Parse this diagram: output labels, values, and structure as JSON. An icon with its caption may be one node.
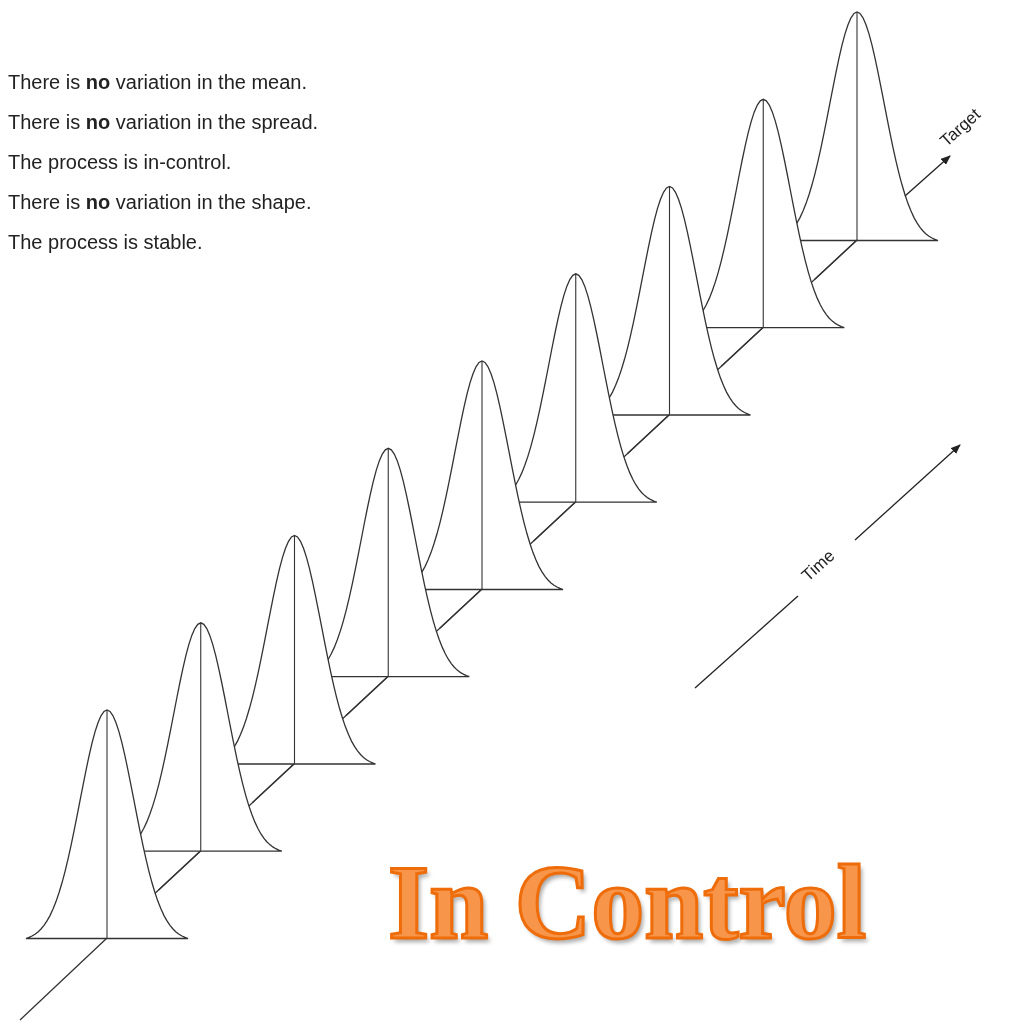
{
  "diagram": {
    "title": "In Control",
    "labels": [
      "There is **no** variation in the mean.",
      "There is **no** variation in the spread.",
      "The process is in-control.",
      "There is **no** variation in the shape.",
      "The process is stable.",
      "Target",
      "Time"
    ]
  }
}
